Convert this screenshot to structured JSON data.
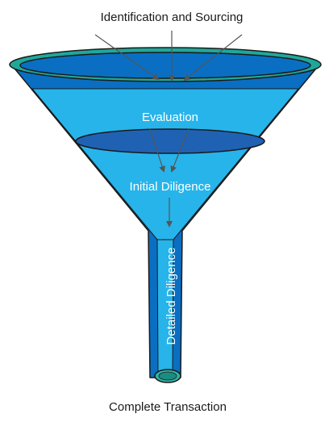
{
  "diagram": {
    "top_label": "Identification and Sourcing",
    "stage_1_label": "Evaluation",
    "stage_2_label": "Initial Diligence",
    "stage_3_label": "Detailed Diligence",
    "bottom_label": "Complete Transaction"
  },
  "colors": {
    "funnel_blue": "#0070c0",
    "light_blue": "#1fb3e8",
    "dark_blue": "#1f5fb0",
    "rim_teal": "#1fa89a",
    "outline": "#1a1a1a",
    "arrow": "#555555"
  }
}
